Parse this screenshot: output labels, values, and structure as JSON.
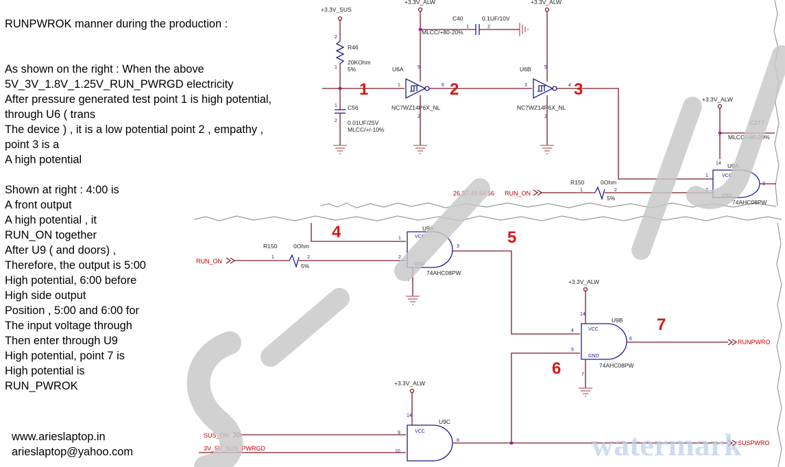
{
  "explanation": {
    "title": "RUNPWROK manner during the production :",
    "paragraph1": [
      "As shown on the right : When the above",
      "5V_3V_1.8V_1.25V_RUN_PWRGD electricity",
      "After pressure generated test point 1 is high potential,",
      "through U6 ( trans",
      "The device ) , it is a low potential point 2 , empathy ,",
      "point 3 is a",
      "A high potential"
    ],
    "paragraph2": [
      "Shown at right : 4:00 is",
      "A front output",
      "A high potential , it",
      "RUN_ON together",
      "After U9 ( and doors) ,",
      "Therefore, the output is 5:00",
      "High potential, 6:00 before",
      "High side output",
      "Position , 5:00 and 6:00 for",
      "The input voltage through",
      "Then enter through U9",
      "High potential, point 7 is",
      "High potential is",
      "RUN_PWROK"
    ]
  },
  "contact": {
    "website": "www.arieslaptop.in",
    "email": "arieslaptop@yahoo.com"
  },
  "top_schematic": {
    "rails": {
      "sus": "+3.3V_SUS",
      "alw1": "+3.3V_ALW",
      "alw2": "+3.3V_ALW",
      "alw3": "+3.3V_ALW"
    },
    "r46": {
      "ref": "R46",
      "value": "20KOhm",
      "tol": "5%",
      "pin_top": "2",
      "pin_bottom": "1"
    },
    "c56": {
      "ref": "C56",
      "value": "0.01UF/25V",
      "type": "MLCC/+/-10%",
      "pin_top": "1",
      "pin_bottom": "2"
    },
    "c40": {
      "ref": "C40",
      "value": "0.1UF/10V",
      "type": "MLCC/+80-20%",
      "pin_left": "1",
      "pin_right": "2"
    },
    "u6a": {
      "ref": "U6A",
      "part": "NC7WZ14P6X_NL",
      "pin_in": "1",
      "pin_out": "6",
      "pin_vcc": "5",
      "pin_gnd": "2"
    },
    "u6b": {
      "ref": "U6B",
      "part": "NC7WZ14P6X_NL",
      "pin_in": "3",
      "pin_out": "4",
      "pin_vcc": "5",
      "pin_gnd": "2"
    },
    "c277": {
      "ref": "C277",
      "type": "MLCC/+80-20%"
    },
    "u9a": {
      "ref": "U9A",
      "part": "74AHC08PW",
      "pin_vcc": "14",
      "pin_in1": "1",
      "pin_in2": "2",
      "pin_out": "3"
    },
    "r150": {
      "ref": "R150",
      "value": "0Ohm",
      "tol": "5%",
      "pin_left": "1",
      "pin_right": "2"
    },
    "run_on_net": "RUN_ON",
    "run_on_refs": "26,37,49,54,56",
    "point_labels": [
      "1",
      "2",
      "3"
    ]
  },
  "bottom_schematic": {
    "u9a": {
      "ref": "U9A",
      "part": "74AHC08PW",
      "pin_in1": "1",
      "pin_in2": "2",
      "pin_out": "3",
      "pin_gnd": "7"
    },
    "r150": {
      "ref": "R150",
      "value": "0Ohm",
      "tol": "5%",
      "pin_left": "1",
      "pin_right": "2"
    },
    "run_on_net": "RUN_ON",
    "u9b": {
      "ref": "U9B",
      "part": "74AHC08PW",
      "rail": "+3.3V_ALW",
      "pin_vcc": "14",
      "pin_in1": "4",
      "pin_in2": "5",
      "pin_out": "6",
      "pin_gnd": "7"
    },
    "u9c": {
      "ref": "U9C",
      "part": "",
      "rail": "+3.3V_ALW",
      "pin_vcc": "14",
      "pin_in1": "9",
      "pin_in2": "10",
      "pin_out": "8"
    },
    "runpwrok_net": "RUNPWRO",
    "sus_on_net": "SUS_ON",
    "sus_pwrgd_net": "3V_5V_SUS_PWRGD",
    "susp_net": "SUSPWRO",
    "vcc_label": "VCC",
    "gnd_label": "GND",
    "point_labels": [
      "4",
      "5",
      "6",
      "7"
    ]
  },
  "watermark": {
    "text": "watermark"
  }
}
